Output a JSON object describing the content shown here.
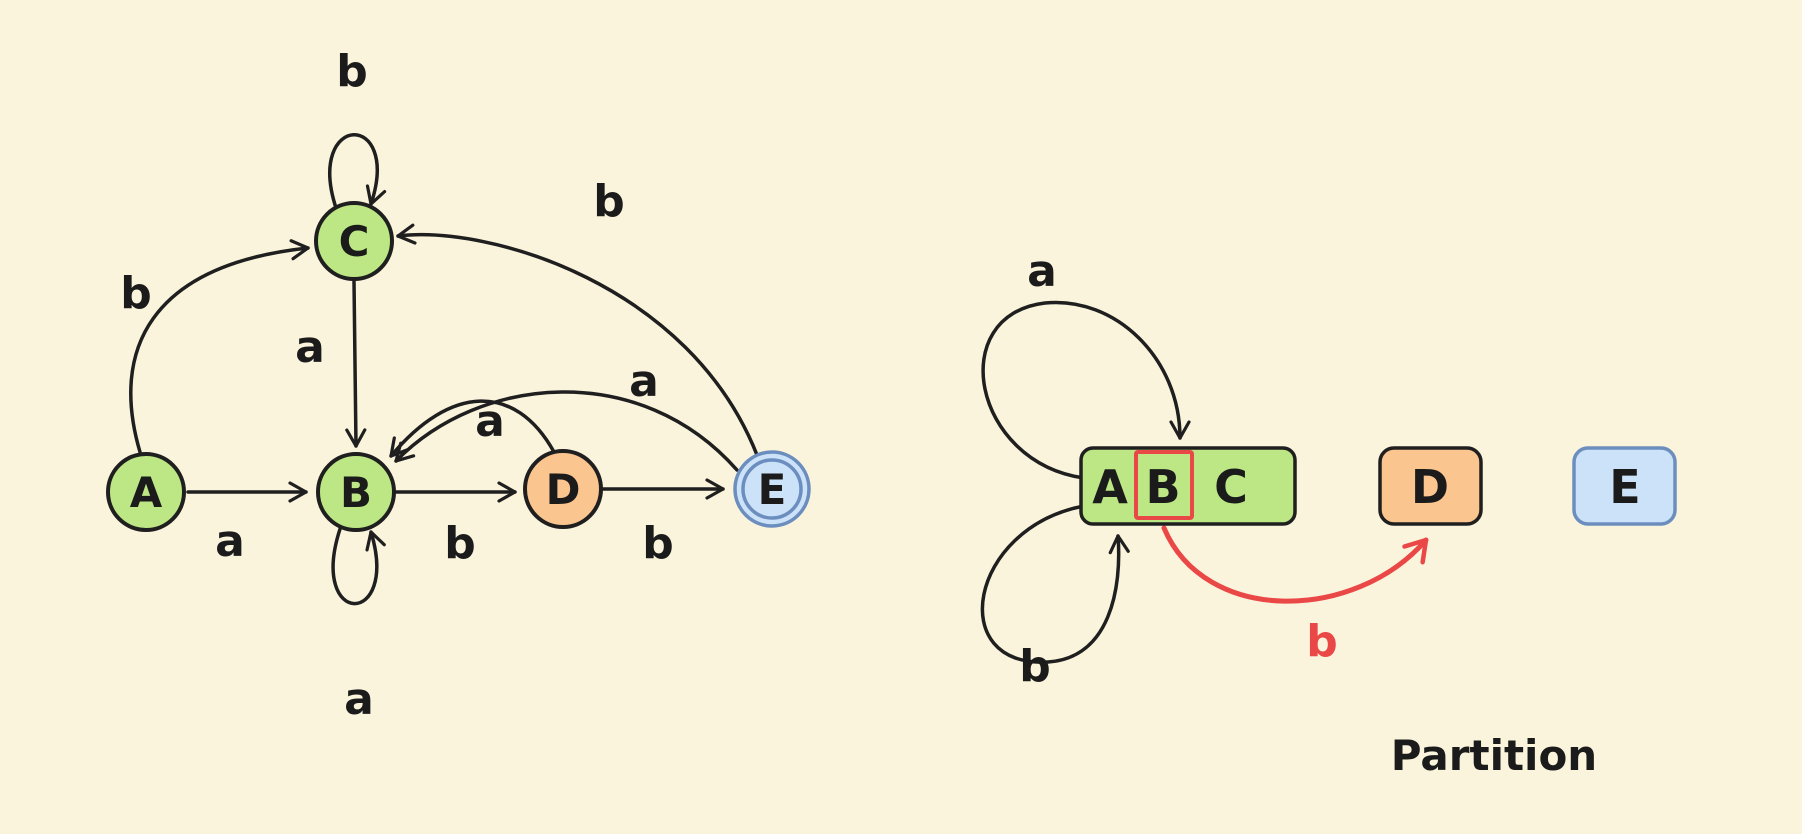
{
  "colors": {
    "background": "#FBF4DC",
    "stroke": "#1f1f1f",
    "text": "#1b1b1b",
    "green": "#BCE784",
    "orange": "#FAC58F",
    "blue": "#CCE2F8",
    "blue_stroke": "#6c8ebf",
    "red": "#ea4747"
  },
  "dfa": {
    "states": {
      "A": "A",
      "B": "B",
      "C": "C",
      "D": "D",
      "E": "E"
    },
    "edges": {
      "a_to_b": "a",
      "a_to_c": "b",
      "c_self_loop": "b",
      "c_to_b": "a",
      "b_self_loop": "a",
      "b_to_d": "b",
      "d_to_b": "a",
      "d_to_e": "b",
      "e_to_b": "a",
      "e_to_c": "b"
    }
  },
  "partition": {
    "group_abc": {
      "a": "A",
      "b": "B",
      "c": "C"
    },
    "group_d": "D",
    "group_e": "E",
    "self_loop_a": "a",
    "self_loop_b": "b",
    "split_edge": "b",
    "caption": "Partition"
  }
}
